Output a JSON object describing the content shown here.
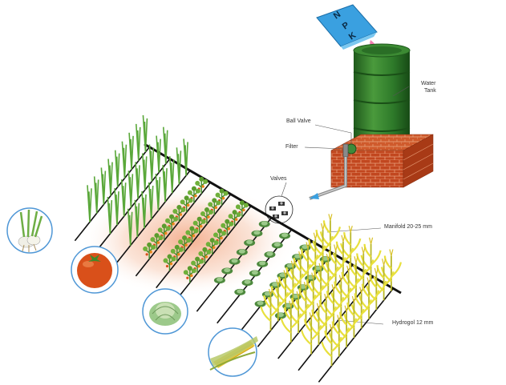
{
  "labels": {
    "water_tank_1": "Water",
    "water_tank_2": "Tank",
    "ball_valve": "Ball Valve",
    "filter": "Filter",
    "valves": "Valves",
    "manifold": "Manifold 20-25 mm",
    "hydrogol": "Hydrogol 12 mm"
  },
  "bucket_letters": [
    "N",
    "P",
    "K"
  ],
  "colors": {
    "tank_green": "#2e7a2a",
    "brick": "#c2471f",
    "pipe": "#111111",
    "glow": "#f2a37e",
    "onion_green": "#5aa83a",
    "tomato_red": "#d9501a",
    "cabbage_green": "#9cc98a",
    "corn_yellow": "#e8e03c",
    "bucket_blue": "#3aa0e0",
    "nutrient_drop": "#f07fb0"
  },
  "icons": [
    "onion-icon",
    "tomato-icon",
    "cabbage-icon",
    "corn-icon"
  ]
}
